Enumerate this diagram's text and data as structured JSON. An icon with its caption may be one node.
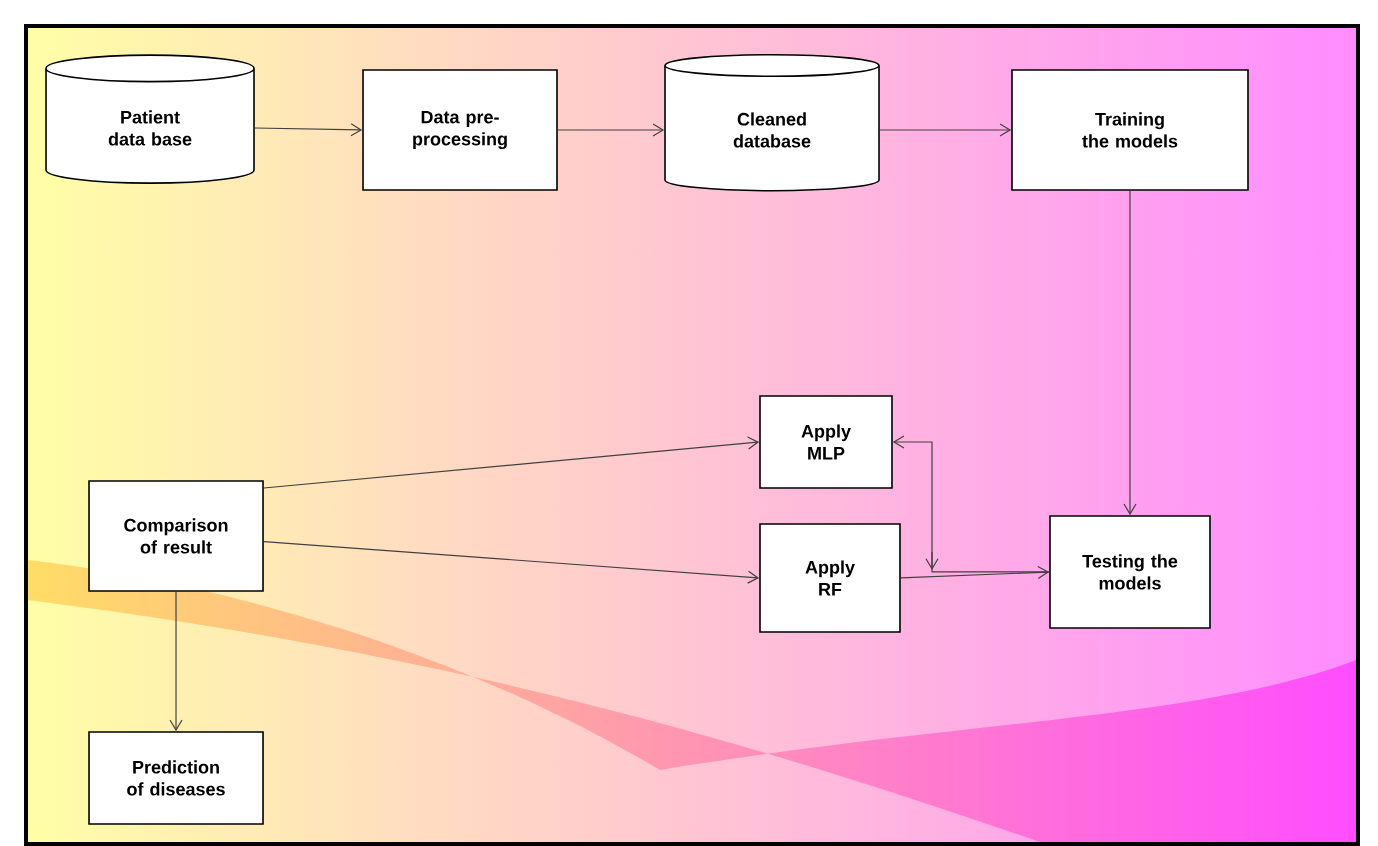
{
  "diagram": {
    "nodes": [
      {
        "text": [
          "Patient data base"
        ]
      },
      {
        "text": [
          "Data pre-processing"
        ]
      },
      {
        "text": [
          "Cleaned database"
        ]
      },
      {
        "text": [
          "Training the models"
        ]
      },
      {
        "text": [
          "Apply MLP"
        ]
      },
      {
        "text": [
          "Comparison of result"
        ]
      },
      {
        "text": [
          "Apply RF"
        ]
      },
      {
        "text": [
          "Testing the models"
        ]
      },
      {
        "text": [
          "Prediction of diseases"
        ]
      }
    ],
    "edges": [
      {
        "from": 0,
        "to": 1,
        "arrow": "to"
      },
      {
        "from": 1,
        "to": 2,
        "arrow": "to"
      },
      {
        "from": 2,
        "to": 3,
        "arrow": "to"
      },
      {
        "from": 3,
        "to": 7,
        "arrow": "to"
      },
      {
        "from": 5,
        "to": 4,
        "arrow": "to"
      },
      {
        "from": 5,
        "to": 6,
        "arrow": "to"
      },
      {
        "from": 5,
        "to": 8,
        "arrow": "to"
      },
      {
        "from": 6,
        "to": 7,
        "arrow": "to"
      },
      {
        "from": 7,
        "to": 4,
        "arrow": "to"
      }
    ]
  }
}
